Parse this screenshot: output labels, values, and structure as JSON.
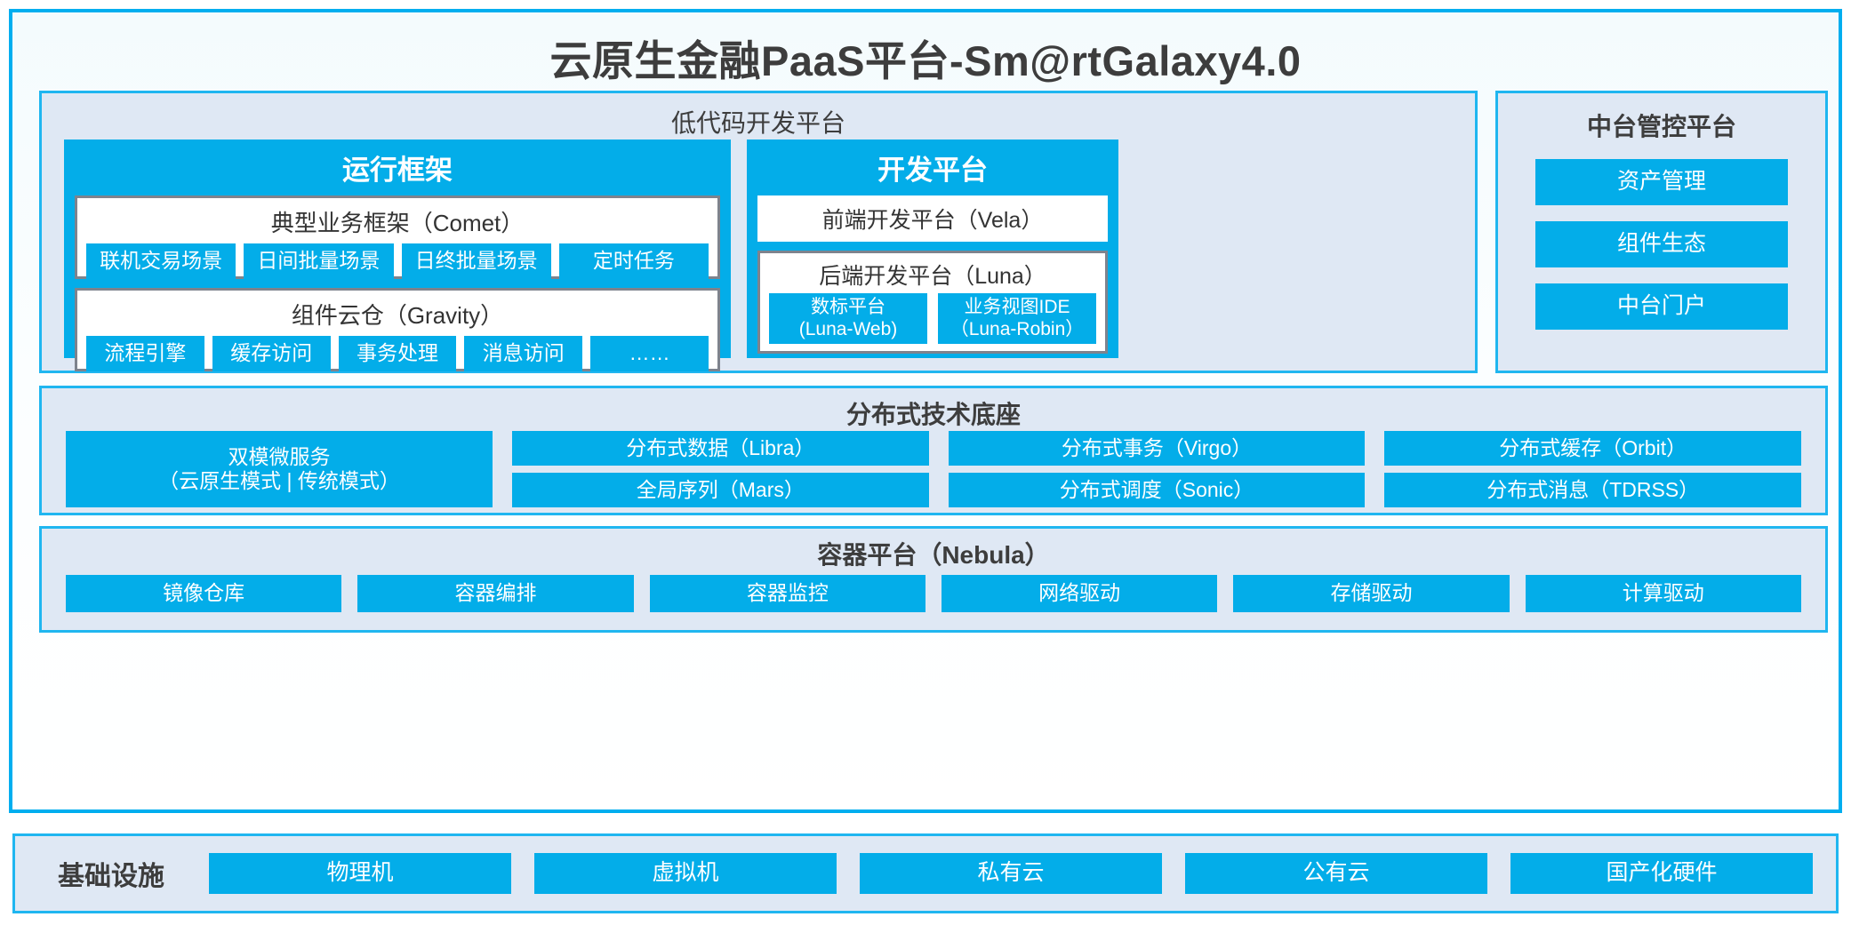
{
  "title": "云原生金融PaaS平台-Sm@rtGalaxy4.0",
  "colors": {
    "accent_blue": "#03ADE9",
    "frame_blue": "#00AEEF",
    "panel_bg": "#DFE8F4",
    "card_border_gray": "#7E838D"
  },
  "lowcode": {
    "title": "低代码开发平台",
    "runtime": {
      "title": "运行框架",
      "comet": {
        "title": "典型业务框架（Comet）",
        "items": [
          "联机交易场景",
          "日间批量场景",
          "日终批量场景",
          "定时任务"
        ]
      },
      "gravity": {
        "title": "组件云仓（Gravity）",
        "items": [
          "流程引擎",
          "缓存访问",
          "事务处理",
          "消息访问",
          "……"
        ]
      }
    },
    "dev": {
      "title": "开发平台",
      "frontend": "前端开发平台（Vela）",
      "backend": {
        "title": "后端开发平台（Luna）",
        "items": [
          {
            "name": "数标平台",
            "code": "(Luna-Web)"
          },
          {
            "name": "业务视图IDE",
            "code": "（Luna-Robin）"
          }
        ]
      }
    }
  },
  "midoffice": {
    "title": "中台管控平台",
    "items": [
      "资产管理",
      "组件生态",
      "中台门户"
    ]
  },
  "distributed": {
    "title": "分布式技术底座",
    "dual_mode": {
      "line1": "双模微服务",
      "line2": "（云原生模式 | 传统模式）"
    },
    "columns": [
      [
        "分布式数据（Libra）",
        "全局序列（Mars）"
      ],
      [
        "分布式事务（Virgo）",
        "分布式调度（Sonic）"
      ],
      [
        "分布式缓存（Orbit）",
        "分布式消息（TDRSS）"
      ]
    ]
  },
  "container": {
    "title": "容器平台（Nebula）",
    "items": [
      "镜像仓库",
      "容器编排",
      "容器监控",
      "网络驱动",
      "存储驱动",
      "计算驱动"
    ]
  },
  "infrastructure": {
    "label": "基础设施",
    "items": [
      "物理机",
      "虚拟机",
      "私有云",
      "公有云",
      "国产化硬件"
    ]
  }
}
